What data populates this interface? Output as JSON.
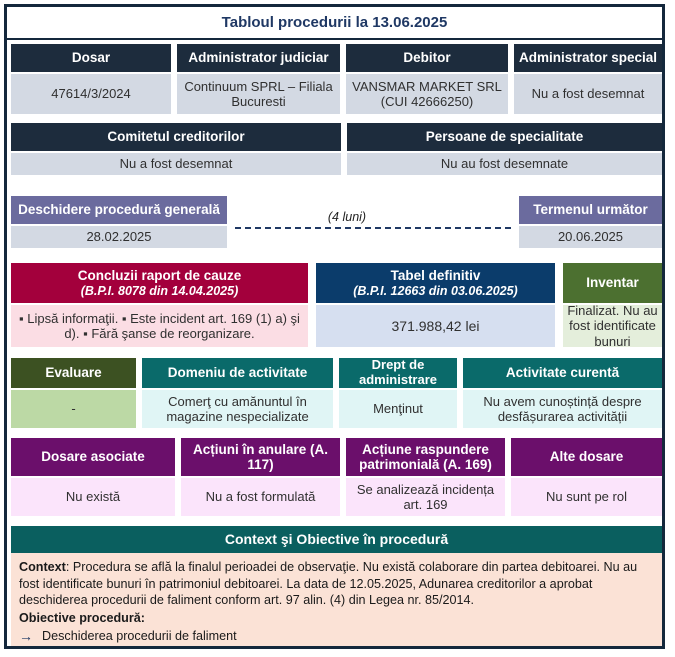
{
  "title": "Tabloul procedurii la 13.06.2025",
  "row_identificare": [
    {
      "header": "Dosar",
      "value": "47614/3/2024"
    },
    {
      "header": "Administrator judiciar",
      "value": "Continuum SPRL – Filiala Bucuresti"
    },
    {
      "header": "Debitor",
      "value": "VANSMAR MARKET SRL (CUI 42666250)"
    },
    {
      "header": "Administrator special",
      "value": "Nu a fost desemnat"
    }
  ],
  "row_comitet": [
    {
      "header": "Comitetul creditorilor",
      "value": "Nu a fost desemnat"
    },
    {
      "header": "Persoane de specialitate",
      "value": "Nu au fost desemnate"
    }
  ],
  "timeline": {
    "start": {
      "header": "Deschidere procedură generală",
      "value": "28.02.2025"
    },
    "duration_label": "(4 luni)",
    "end": {
      "header": "Termenul următor",
      "value": "20.06.2025"
    }
  },
  "row_rapoarte": [
    {
      "header": "Concluzii raport de cauze",
      "subheader": "(B.P.I. 8078 din 14.04.2025)",
      "value": "▪ Lipsă informaţii. ▪ Este incident art. 169 (1) a) şi d). ▪ Fără şanse de reorganizare."
    },
    {
      "header": "Tabel definitiv",
      "subheader": "(B.P.I. 12663 din 03.06.2025)",
      "value": "371.988,42 lei"
    },
    {
      "header": "Inventar",
      "subheader": "",
      "value": "Finalizat. Nu au fost identificate bunuri"
    }
  ],
  "row_activitate": [
    {
      "header": "Evaluare",
      "value": "-"
    },
    {
      "header": "Domeniu de activitate",
      "value": "Comerţ cu amănuntul în magazine nespecializate"
    },
    {
      "header": "Drept de administrare",
      "value": "Menţinut"
    },
    {
      "header": "Activitate curentă",
      "value": "Nu avem cunoștință despre desfășurarea activității"
    }
  ],
  "row_dosare": [
    {
      "header": "Dosare asociate",
      "value": "Nu există"
    },
    {
      "header": "Acțiuni în anulare (A. 117)",
      "value": "Nu a fost formulată"
    },
    {
      "header": "Acțiune raspundere patrimonială (A. 169)",
      "value": "Se analizează incidența art. 169"
    },
    {
      "header": "Alte dosare",
      "value": "Nu sunt pe rol"
    }
  ],
  "context": {
    "header": "Context şi Obiective în procedură",
    "context_label": "Context",
    "context_text": ": Procedura se află la finalul perioadei de observaţie. Nu există colaborare din partea debitoarei. Nu au fost identificate bunuri în patrimoniul debitoarei. La data de 12.05.2025, Adunarea creditorilor a aprobat deschiderea procedurii de faliment conform art. 97 alin. (4) din Legea nr. 85/2014.",
    "objectives_label": "Obiective procedură:",
    "objectives": [
      "Deschiderea procedurii de faliment"
    ],
    "arrow_glyph": "→"
  },
  "colors": {
    "frame": "#14283c",
    "title": "#1f3864",
    "navy": "#1d2c3d",
    "slate": "#6b6b9e",
    "crimson": "#a3003c",
    "blue": "#0b3c6b",
    "green": "#4c7030",
    "dark_green": "#3c5122",
    "teal": "#0a6a6a",
    "purple": "#6b0f6b",
    "context_teal": "#0a5f5f",
    "context_peach": "#fbe2d6"
  }
}
